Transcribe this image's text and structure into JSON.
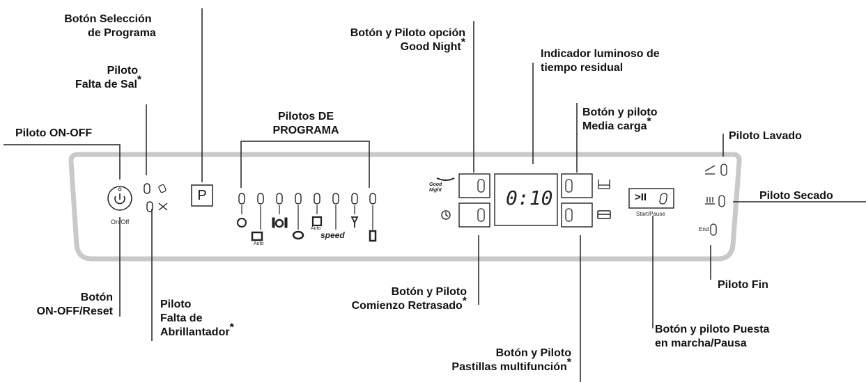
{
  "labels": {
    "program_button": [
      "Botón Selección",
      "de Programa"
    ],
    "salt_led": [
      "Piloto",
      "Falta de Sal"
    ],
    "on_off_led": [
      "Piloto ON-OFF"
    ],
    "program_leds": [
      "Pilotos DE",
      "PROGRAMA"
    ],
    "good_night": [
      "Botón y Piloto opción",
      "Good Night"
    ],
    "remaining_time": [
      "Indicador luminoso de",
      "tiempo residual"
    ],
    "half_load": [
      "Botón y piloto",
      "Media carga"
    ],
    "wash_led": [
      "Piloto Lavado"
    ],
    "dry_led": [
      "Piloto Secado"
    ],
    "end_led": [
      "Piloto Fin"
    ],
    "on_off_reset": [
      "Botón",
      "ON-OFF/Reset"
    ],
    "rinse_aid_led": [
      "Piloto",
      "Falta de",
      "Abrillantador"
    ],
    "delay_start": [
      "Botón y Piloto",
      "Comienzo Retrasado"
    ],
    "multi_tablets": [
      "Botón y Piloto",
      "Pastillas multifunción"
    ],
    "start_pause": [
      "Botón y piloto Puesta",
      "en marcha/Pausa"
    ]
  },
  "asterisk": "*",
  "panel": {
    "on_off_caption": "On/Off",
    "program_key": "P",
    "display_time": "0:10",
    "start_pause_symbol": ">II",
    "start_pause_caption": "Start/Pause",
    "end_caption": "End",
    "auto_caption": "Auto",
    "speed_caption": "speed",
    "good_night_icon": "Good Night"
  },
  "icons": [
    "power-icon",
    "salt-icon",
    "rinse-aid-icon",
    "moon-icon",
    "clock-icon",
    "half-load-icon",
    "tablet-icon",
    "wash-icon",
    "dry-icon"
  ]
}
